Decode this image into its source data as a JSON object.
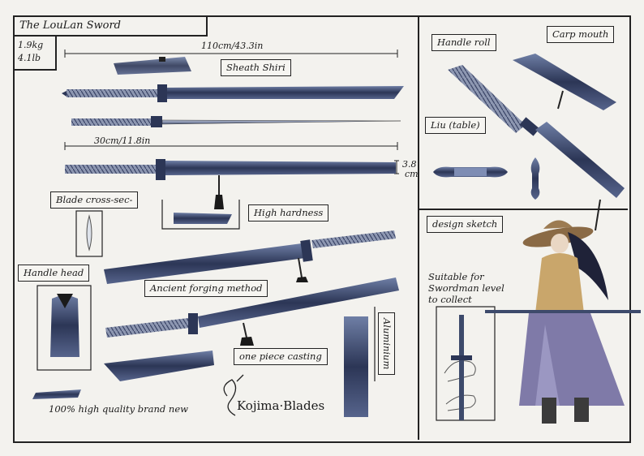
{
  "title": "The LouLan Sword",
  "weight": {
    "kg": "1.9kg",
    "lb": "4.1lb"
  },
  "dimensions": {
    "total_length": "110cm/43.3in",
    "handle_length": "30cm/11.8in",
    "width_a": "3.8",
    "width_b": "cm"
  },
  "labels": {
    "sheath": "Sheath Shiri",
    "blade_cross_section": "Blade cross-sec-",
    "high_hardness": "High hardness",
    "handle_head": "Handle head",
    "ancient_forging": "Ancient forging method",
    "one_piece_casting": "one piece casting",
    "aluminium": "Aluminium",
    "quality": "100% high quality brand new",
    "handle_roll": "Handle roll",
    "carp_mouth": "Carp mouth",
    "liu": "Liu (table)",
    "design_sketch": "design sketch",
    "suitable_1": "Suitable for",
    "suitable_2": "Swordman level",
    "suitable_3": "to collect"
  },
  "brand": {
    "name": "Kojima·Blades"
  },
  "colors": {
    "ink": "#222222",
    "steel": "#3d4a6b",
    "paper": "#f3f2ee",
    "robe": "#7f7aa8",
    "coat": "#c9a66b"
  }
}
